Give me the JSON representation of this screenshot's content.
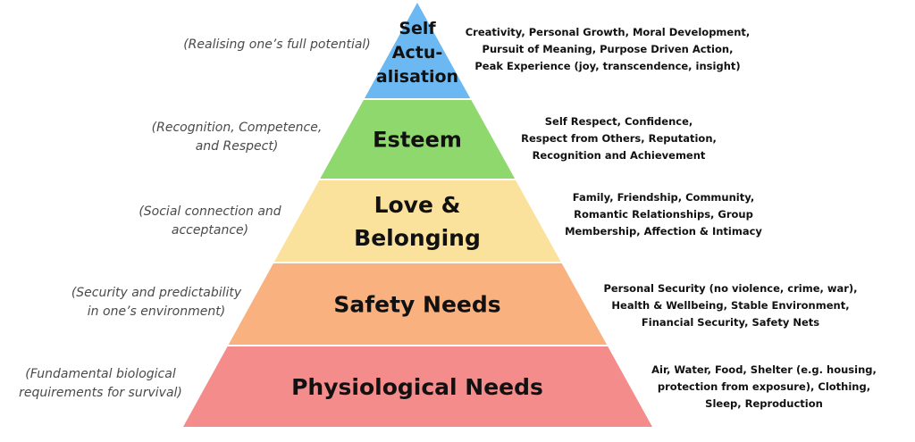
{
  "pyramid": {
    "levels": [
      {
        "id": "self-actualisation",
        "title_lines": [
          "Self",
          "Actu-",
          "alisation"
        ],
        "description_lines": [
          "(Realising one’s full potential)"
        ],
        "detail_lines": [
          "Creativity, Personal Growth, Moral Development,",
          "Pursuit of Meaning, Purpose Driven Action,",
          "Peak Experience (joy, transcendence, insight)"
        ],
        "color": "#6cb8f2"
      },
      {
        "id": "esteem",
        "title_lines": [
          "Esteem"
        ],
        "description_lines": [
          "(Recognition, Competence,",
          "and Respect)"
        ],
        "detail_lines": [
          "Self Respect, Confidence,",
          "Respect from Others, Reputation,",
          "Recognition and Achievement"
        ],
        "color": "#8ed86e"
      },
      {
        "id": "love-belonging",
        "title_lines": [
          "Love &",
          "Belonging"
        ],
        "description_lines": [
          "(Social connection and",
          "acceptance)"
        ],
        "detail_lines": [
          "Family, Friendship, Community,",
          "Romantic Relationships, Group",
          "Membership, Affection & Intimacy"
        ],
        "color": "#fbe29c"
      },
      {
        "id": "safety-needs",
        "title_lines": [
          "Safety Needs"
        ],
        "description_lines": [
          "(Security and predictability",
          "in one’s environment)"
        ],
        "detail_lines": [
          "Personal Security (no violence, crime, war),",
          "Health & Wellbeing, Stable Environment,",
          "Financial Security, Safety Nets"
        ],
        "color": "#f9b27f"
      },
      {
        "id": "physiological-needs",
        "title_lines": [
          "Physiological Needs"
        ],
        "description_lines": [
          "(Fundamental biological",
          "requirements for survival)"
        ],
        "detail_lines": [
          "Air, Water, Food, Shelter (e.g. housing,",
          "protection from exposure), Clothing,",
          "Sleep, Reproduction"
        ],
        "color": "#f48c8c"
      }
    ]
  }
}
